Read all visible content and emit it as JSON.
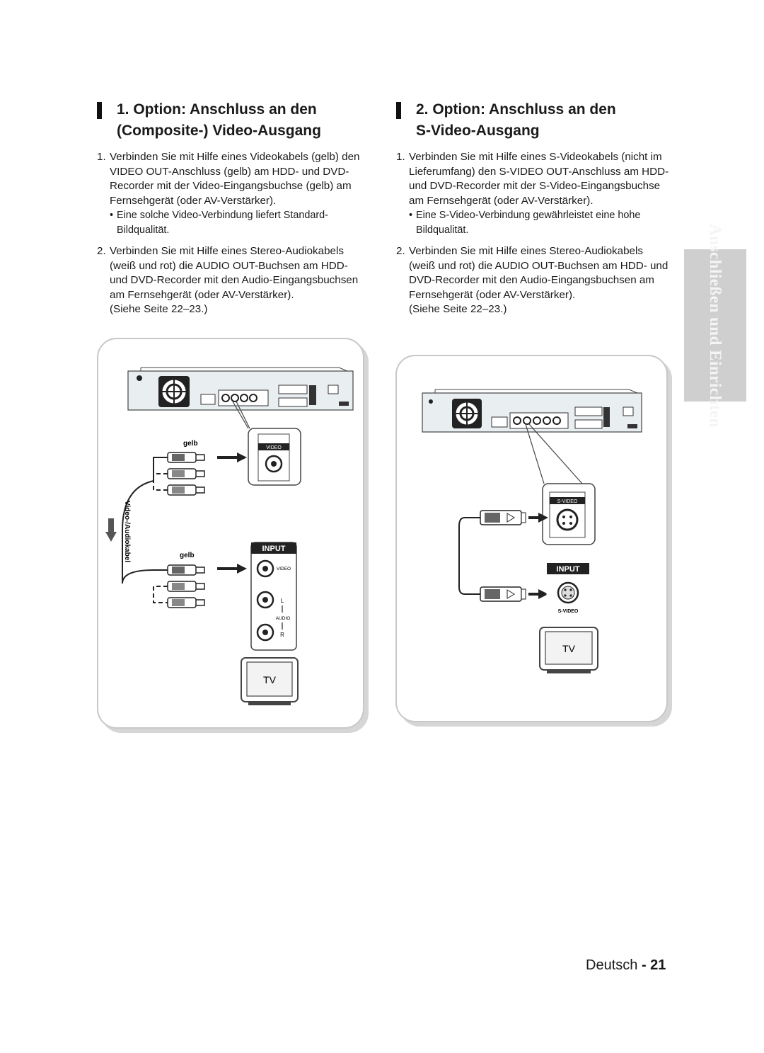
{
  "left": {
    "heading_line1": "1. Option: Anschluss an den",
    "heading_line2": "(Composite-) Video-Ausgang",
    "steps": [
      {
        "num": "1.",
        "text": "Verbinden Sie mit Hilfe eines Videokabels (gelb) den VIDEO OUT-Anschluss (gelb) am HDD- und DVD-Recorder mit der Video-Eingangsbuchse (gelb) am Fernsehgerät (oder AV-Verstärker).",
        "bullet": "Eine solche Video-Verbindung liefert Standard-Bildqualität."
      },
      {
        "num": "2.",
        "text": "Verbinden Sie mit Hilfe eines Stereo-Audiokabels (weiß und rot) die AUDIO OUT-Buchsen am HDD- und DVD-Recorder mit den Audio-Eingangsbuchsen am Fernsehgerät (oder AV-Verstärker).",
        "ref": "(Siehe Seite 22–23.)"
      }
    ],
    "diagram": {
      "label_gelb_1": "gelb",
      "label_gelb_2": "gelb",
      "cable_label": "Video-/Audiokabel",
      "video_jack_label": "VIDEO",
      "input_label": "INPUT",
      "input_video": "VIDEO",
      "input_l": "L",
      "input_audio": "AUDIO",
      "input_r": "R",
      "tv_label": "TV"
    }
  },
  "right": {
    "heading_line1": "2. Option: Anschluss an den",
    "heading_line2": "S-Video-Ausgang",
    "steps": [
      {
        "num": "1.",
        "text": "Verbinden Sie mit Hilfe eines S-Videokabels (nicht im Lieferumfang) den S-VIDEO OUT-Anschluss am HDD- und DVD-Recorder mit der S-Video-Eingangsbuchse am Fernsehgerät (oder AV-Verstärker).",
        "bullet": "Eine S-Video-Verbindung gewährleistet eine hohe Bildqualität."
      },
      {
        "num": "2.",
        "text": "Verbinden Sie mit Hilfe eines Stereo-Audiokabels (weiß und rot) die AUDIO OUT-Buchsen am HDD- und DVD-Recorder mit den Audio-Eingangsbuchsen am Fernsehgerät (oder AV-Verstärker).",
        "ref": "(Siehe Seite 22–23.)"
      }
    ],
    "diagram": {
      "svideo_jack_label": "S-VIDEO",
      "input_label": "INPUT",
      "input_svideo": "S-VIDEO",
      "tv_label": "TV"
    }
  },
  "side_tab": "Anschließen und Einrichten",
  "footer": {
    "language": "Deutsch",
    "separator": "-",
    "page": "21"
  }
}
